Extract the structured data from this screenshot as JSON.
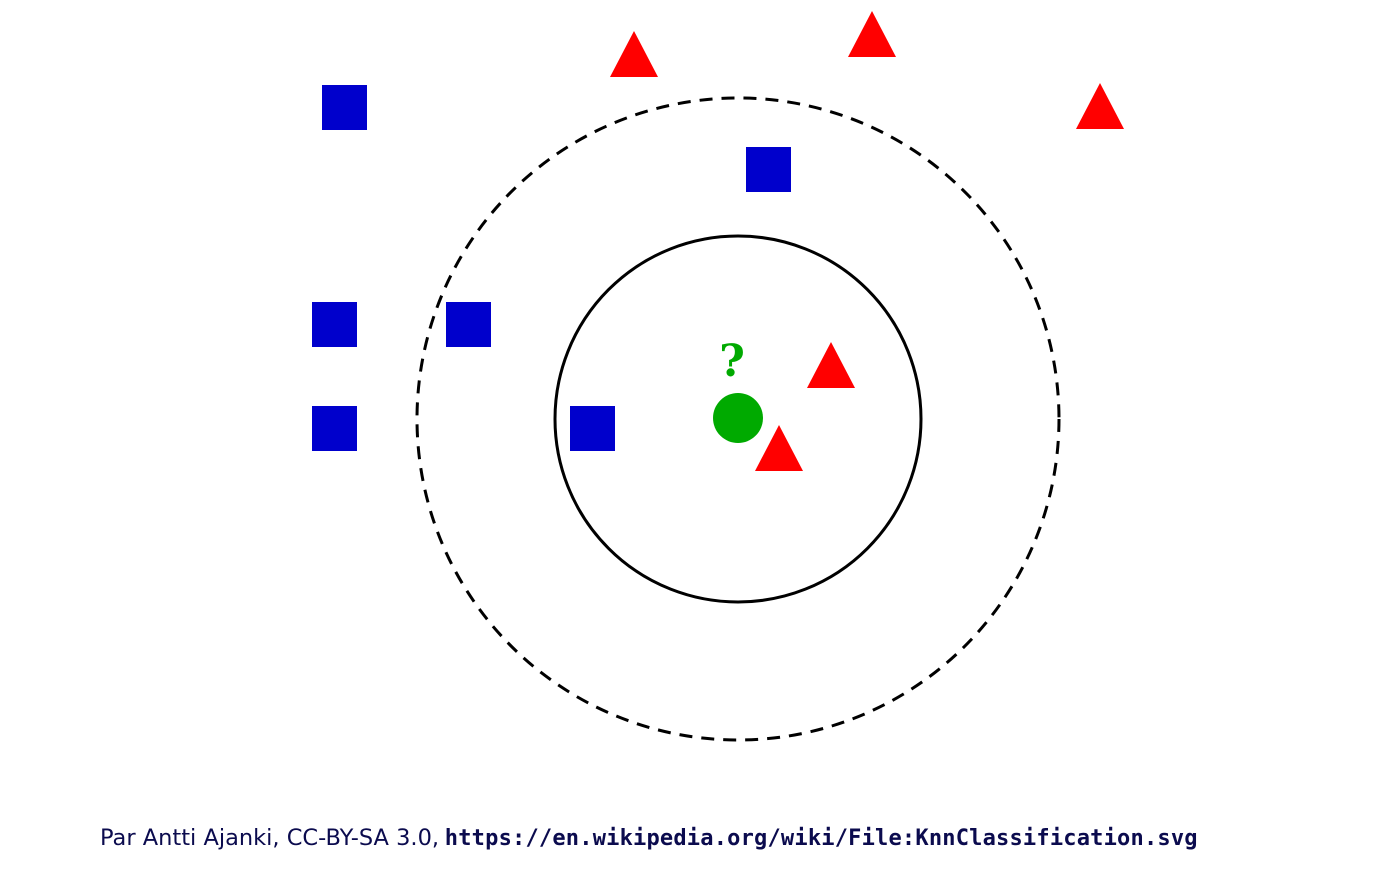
{
  "diagram": {
    "query_label": "?",
    "colors": {
      "class_a": "#0000cc",
      "class_b": "#ff0000",
      "query": "#00aa00",
      "circle": "#000000",
      "credit_text": "#0b0b4e"
    },
    "shapes": {
      "class_a": "square",
      "class_b": "triangle",
      "query": "circle"
    },
    "inner_circle_style": "solid",
    "outer_circle_style": "dashed"
  },
  "credit": {
    "author": "Par Antti Ajanki, CC-BY-SA 3.0,",
    "url": "https://en.wikipedia.org/wiki/File:KnnClassification.svg"
  }
}
